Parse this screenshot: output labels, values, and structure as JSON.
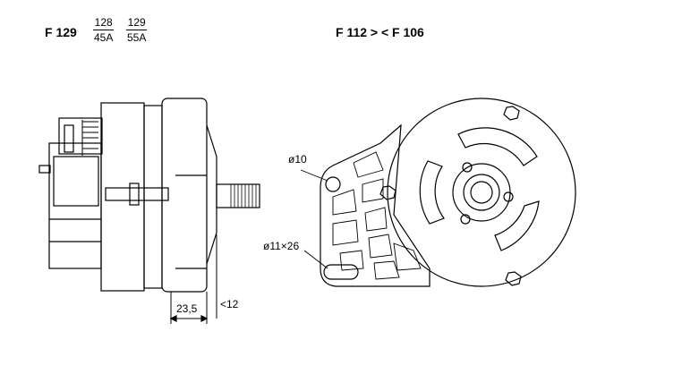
{
  "header": {
    "model": "F 129",
    "rating1": {
      "top": "128",
      "bottom": "45A"
    },
    "rating2": {
      "top": "129",
      "bottom": "55A"
    },
    "compat": "F 112 > < F 106"
  },
  "dimensions": {
    "width": "23,5",
    "offset": "<12",
    "hole_round": "ø10",
    "hole_slot": "ø11×26"
  },
  "colors": {
    "ink": "#000000",
    "paper": "#ffffff"
  }
}
